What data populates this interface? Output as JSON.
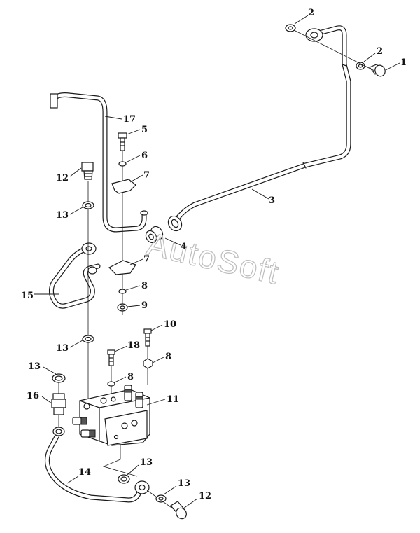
{
  "watermark": "AutoSoft",
  "callouts": {
    "c1": "1",
    "c2a": "2",
    "c2b": "2",
    "c3": "3",
    "c4": "4",
    "c5": "5",
    "c6": "6",
    "c7a": "7",
    "c7b": "7",
    "c8a": "8",
    "c8b": "8",
    "c8c": "8",
    "c9": "9",
    "c10": "10",
    "c11": "11",
    "c12a": "12",
    "c12b": "12",
    "c13a": "13",
    "c13b": "13",
    "c13c": "13",
    "c13d": "13",
    "c13e": "13",
    "c14": "14",
    "c15": "15",
    "c16": "16",
    "c17": "17",
    "c18": "18"
  }
}
